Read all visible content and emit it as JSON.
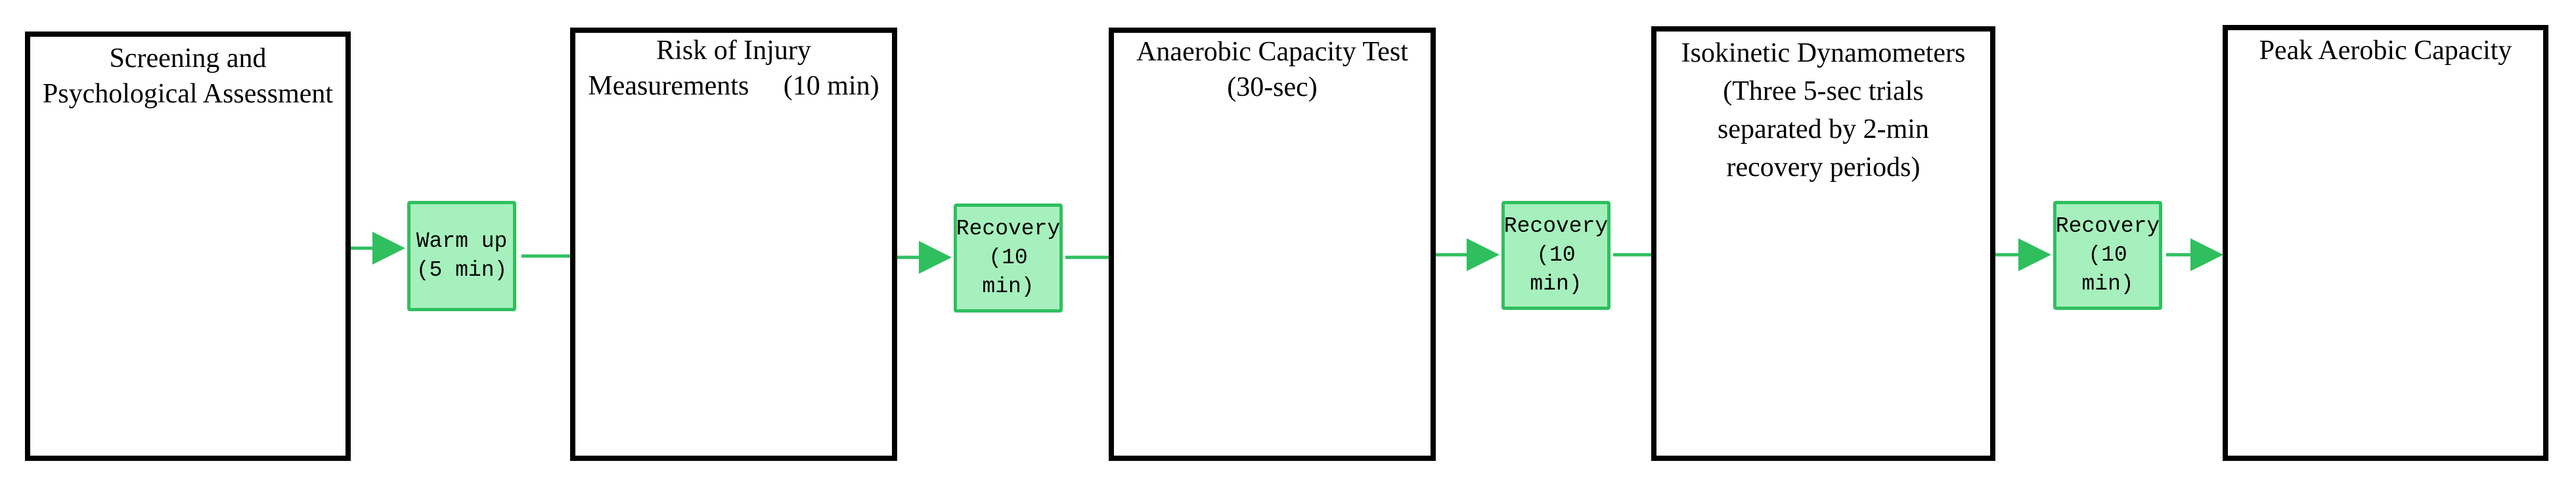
{
  "stages": [
    {
      "title_lines": [
        "Screening and",
        "Psychological Assessment"
      ],
      "illustration": "interview-illustration"
    },
    {
      "title_lines": [
        "Risk of Injury",
        "Measurements     (10 min)"
      ],
      "illustration": "jump-tests-illustration"
    },
    {
      "title_lines": [
        "Anaerobic Capacity Test",
        "(30-sec)"
      ],
      "illustration": "cycle-ergometer-illustration"
    },
    {
      "title_lines": [
        "Isokinetic Dynamometers",
        "(Three 5-sec trials",
        "separated by 2-min",
        "recovery periods)"
      ],
      "illustration": "dynamometer-illustration"
    },
    {
      "title_lines": [
        "Peak Aerobic Capacity"
      ],
      "illustration": "treadmill-illustration"
    }
  ],
  "breaks": [
    {
      "lines": [
        "Warm up",
        "(5 min)"
      ]
    },
    {
      "lines": [
        "Recovery",
        "(10",
        "min)"
      ]
    },
    {
      "lines": [
        "Recovery",
        "(10",
        "min)"
      ]
    },
    {
      "lines": [
        "Recovery",
        "(10",
        "min)"
      ]
    }
  ],
  "colors": {
    "connector": "#2fbf5f",
    "break_fill": "#a6f0bd",
    "box_border": "#000000"
  }
}
